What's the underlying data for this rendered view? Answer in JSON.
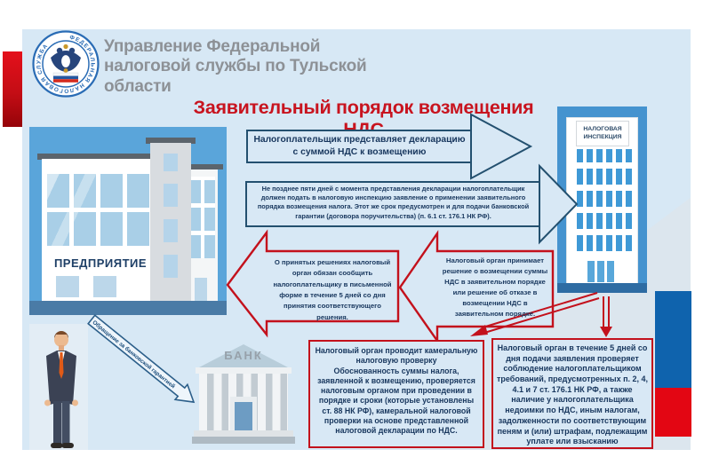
{
  "header": {
    "org_name": "Управление Федеральной налоговой службы по Тульской области",
    "logo_ring_text": "ФЕДЕРАЛЬНАЯ НАЛОГОВАЯ СЛУЖБА"
  },
  "title": "Заявительный порядок возмещения НДС",
  "flow": {
    "step1": "Налогоплательщик представляет декларацию с суммой НДС к возмещению",
    "step2": "Не позднее пяти дней с момента представления декларации налогоплательщик должен подать в налоговую инспекцию заявление о применении заявительного порядка возмещения налога. Этот же срок предусмотрен и для подачи банковской гарантии (договора поручительства) (п. 6.1 ст. 176.1 НК РФ).",
    "decision": "Налоговый орган принимает решение о возмещении суммы НДС в заявительном порядке или решение об отказе в возмещении НДС в заявительном порядке.",
    "notify": "О принятых решениях налоговый орган обязан сообщить налогоплательщику в письменной форме в течение 5 дней со дня принятия соответствующего решения.",
    "desk_audit_title": "Налоговый орган проводит камеральную налоговую проверку",
    "desk_audit_body": "Обоснованность суммы налога, заявленной к возмещению, проверяется налоговым органом при проведении в порядке и сроки (которые установлены ст. 88 НК РФ), камеральной налоговой проверки на основе представленной налоговой декларации по НДС.",
    "check_5days": "Налоговый орган в течение 5 дней со дня подачи заявления проверяет соблюдение налогоплательщиком требований, предусмотренных п. 2, 4, 4.1 и 7 ст. 176.1 НК РФ, а также наличие у налогоплательщика недоимки по НДС, иным налогам, задолженности по соответствующим пеням и (или) штрафам, подлежащим уплате или взысканию",
    "bank_arrow_label": "Обращение за банковской гарантией"
  },
  "buildings": {
    "enterprise_sign": "ПРЕДПРИЯТИЕ",
    "tax_office_sign": "НАЛОГОВАЯ ИНСПЕКЦИЯ",
    "bank_sign": "БАНК"
  },
  "colors": {
    "panel_bg": "#d7e8f5",
    "navy_text": "#17365d",
    "blue_border": "#23506f",
    "accent_red": "#c3111c",
    "title_red": "#c8141f",
    "bar_blue": "#0f63ad",
    "bar_red": "#e30613",
    "header_gray": "#8d9196"
  }
}
